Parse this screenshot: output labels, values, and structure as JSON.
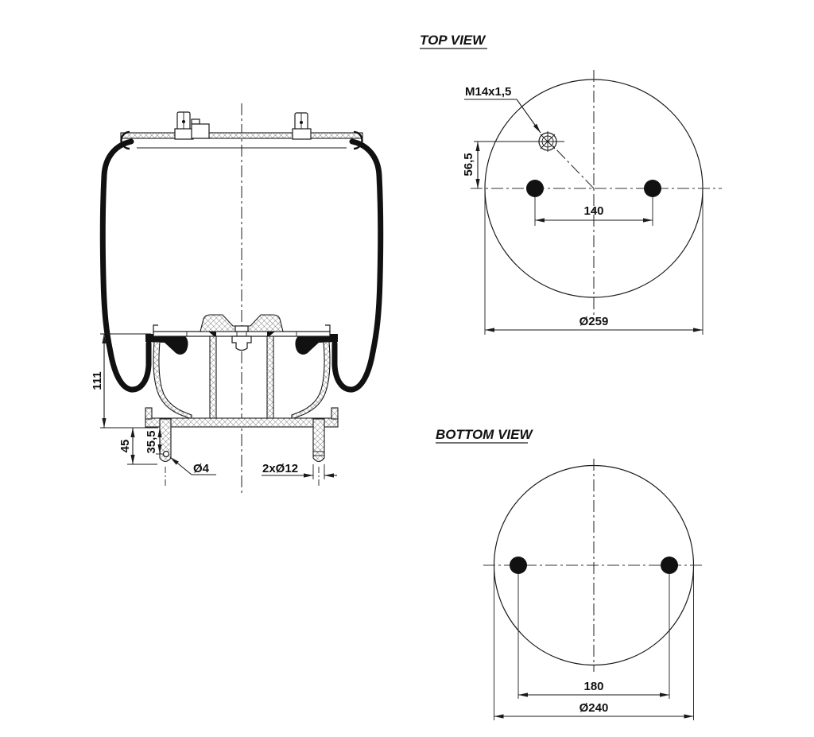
{
  "drawing": {
    "type": "technical-drawing-air-spring",
    "colors": {
      "line": "#1a1a1a",
      "background": "#ffffff"
    },
    "side_view": {
      "dims": {
        "piston_height": "111",
        "stud_length": "45",
        "hole_offset": "35,5",
        "vent_hole_dia": "Ø4",
        "studs_dia": "2xØ12"
      }
    },
    "top_view": {
      "title": "TOP VIEW",
      "dims": {
        "air_port_thread": "M14x1,5",
        "port_offset": "56,5",
        "stud_spacing": "140",
        "outer_dia": "Ø259"
      }
    },
    "bottom_view": {
      "title": "BOTTOM VIEW",
      "dims": {
        "stud_spacing": "180",
        "plate_dia": "Ø240"
      }
    }
  }
}
